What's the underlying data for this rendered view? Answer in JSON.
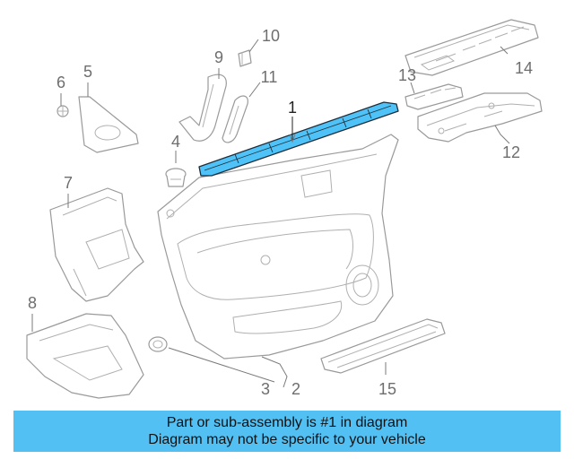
{
  "diagram": {
    "highlight_color": "#4fc3f7",
    "callouts": {
      "c1": "1",
      "c2": "2",
      "c3": "3",
      "c4": "4",
      "c5": "5",
      "c6": "6",
      "c7": "7",
      "c8": "8",
      "c9": "9",
      "c10": "10",
      "c11": "11",
      "c12": "12",
      "c13": "13",
      "c14": "14",
      "c15": "15"
    }
  },
  "caption": {
    "line1": "Part or sub-assembly is #1 in diagram",
    "line2": "Diagram may not be specific to your vehicle",
    "background": "#53c0f3"
  }
}
